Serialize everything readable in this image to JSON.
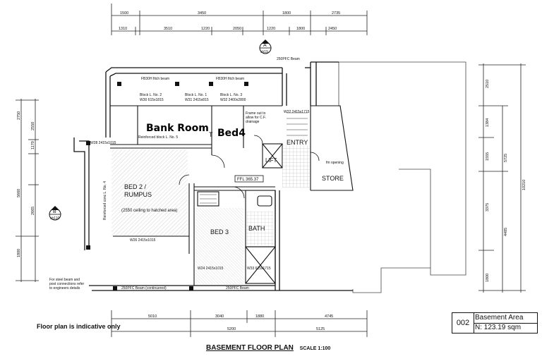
{
  "note": "Floor plan is indicative only",
  "title_block": {
    "code": "002",
    "name": "Basement Area",
    "area": "N: 123.19 sqm"
  },
  "plan_title": "BASEMENT FLOOR PLAN",
  "plan_scale": "SCALE 1:100",
  "rooms": {
    "bank_room": "Bank Room",
    "bed4": "Bed4",
    "bed2": "BED 2 /",
    "rumpus": "RUMPUS",
    "bed3": "BED 3",
    "bath": "BATH",
    "entry": "ENTRY",
    "lift": "LIFT",
    "store": "STORE",
    "t_mark": "T"
  },
  "annotations": {
    "ceiling": "(2550 ceiling to hatched area)",
    "ffl": "FFL 365.37",
    "frame_note_1": "Frame out to",
    "frame_note_2": "allow for C.F.",
    "frame_note_3": "drainage",
    "steel_note_1": "For steel beam and",
    "steel_note_2": "post connections refer",
    "steel_note_3": "to engineers details",
    "fm_opening": "fm opening",
    "beam_top_1": "FB30H fitch beam",
    "beam_top_2": "FB30H fitch beam",
    "beam_bottom_1": "250PFC Beam (continuered)",
    "beam_bottom_2": "250PFC Beam",
    "beam_right": "250PFC Beam",
    "section_a": "A",
    "section_a_sheet": "sh19",
    "section_b": "B",
    "section_b_sheet": "sh110",
    "block_1": "Block L. No. 2",
    "block_2": "Block L. No. 1",
    "block_3": "Block L. No. 3",
    "block_4": "Reinforced block L. No. 5",
    "block_5": "Reinforced conc L. No. 4",
    "window_1": "W30  615x1815",
    "window_2": "W31 2415x815",
    "window_3": "W32 2400x2800",
    "window_4": "W22 2415x1715",
    "window_5": "W28 2415x1015",
    "window_6": "W26 2415x1015",
    "window_7": "W24 2415x1015",
    "window_8": "W33  615x1715"
  },
  "dims": {
    "top_row1": [
      "1500",
      "3450",
      "1800",
      "2735"
    ],
    "top_row2": [
      "1310",
      "3510",
      "1220",
      "2050",
      "1220",
      "1800",
      "2450"
    ],
    "bottom_row1": [
      "5010",
      "3040",
      "1880",
      "4745"
    ],
    "bottom_row2": [
      "5200",
      "5125"
    ],
    "left_row": [
      "2750",
      "2550",
      "1170",
      "2665",
      "1800"
    ],
    "left_total": "5660",
    "right_row": [
      "2510",
      "1384",
      "1555",
      "3375",
      "1800"
    ],
    "right_total": "10210",
    "right_sub": [
      "5725",
      "4485"
    ]
  }
}
